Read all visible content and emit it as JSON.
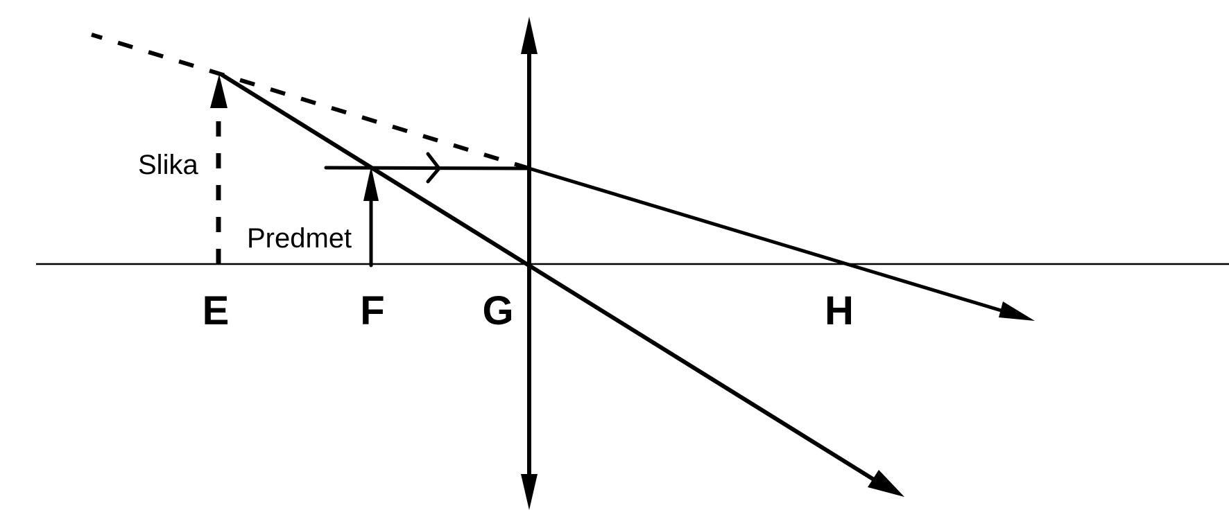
{
  "diagram": {
    "points": {
      "e": "E",
      "f": "F",
      "g": "G",
      "h": "H"
    },
    "labels": {
      "image": "Slika",
      "object": "Predmet"
    }
  }
}
